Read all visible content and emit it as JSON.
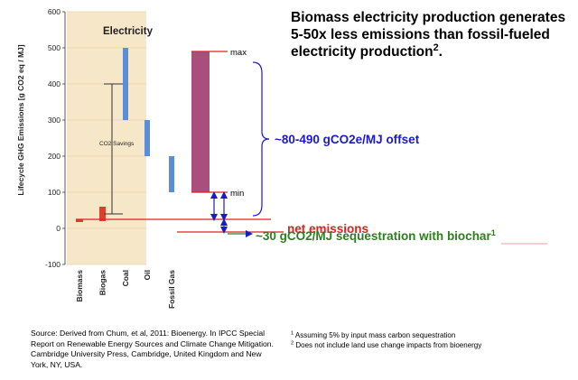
{
  "headline": {
    "text": "Biomass electricity production generates 5-50x less emissions than fossil-fueled electricity production",
    "footnote_mark": "2",
    "end": "."
  },
  "callouts": {
    "max": "max",
    "min": "min",
    "offset": "~80-490 gCO2e/MJ offset",
    "net_emissions": "net emissions",
    "sequestration_prefix": "~30 gCO2/MJ sequestration with ",
    "sequestration_word": "biochar",
    "sequestration_mark": "1"
  },
  "source": "Source: Derived from Chum, et al, 2011: Bioenergy. In IPCC Special Report on Renewable Energy Sources and Climate Change Mitigation. Cambridge University Press, Cambridge, United Kingdom and New York, NY, USA.",
  "footnotes": [
    {
      "mark": "1",
      "text": "Assuming 5% by input mass carbon sequestration"
    },
    {
      "mark": "2",
      "text": "Does not include land use change impacts from bioenergy"
    }
  ],
  "colors": {
    "panel_bg": "#f6e7c8",
    "electricity_bar": "#5a8fd6",
    "bio_bar": "#d9432e",
    "offset_bar": "#a84f7e",
    "red_line": "#e02020",
    "blue_arrow": "#1a1acc",
    "green_text": "#2e7d1e"
  },
  "chart_data": {
    "type": "bar",
    "title": "Electricity",
    "ylabel": "Lifecycle GHG Emissions [g CO2 eq / MJ]",
    "ylim": [
      -100,
      600
    ],
    "yticks": [
      -100,
      0,
      100,
      200,
      300,
      400,
      500,
      600
    ],
    "categories": [
      "Biomass",
      "Biogas",
      "Coal",
      "Oil",
      "Fossil Gas"
    ],
    "ranges": [
      {
        "category": "Biomass",
        "min": 20,
        "max": 25
      },
      {
        "category": "Biogas",
        "min": 20,
        "max": 60
      },
      {
        "category": "Coal",
        "min": 300,
        "max": 500
      },
      {
        "category": "Oil",
        "min": 200,
        "max": 300
      },
      {
        "category": "Fossil Gas",
        "min": 100,
        "max": 200
      }
    ],
    "co2_savings": {
      "label": "CO2 Savings",
      "from": 40,
      "to": 400
    },
    "offset_range": {
      "min": 100,
      "max": 490
    },
    "net_emissions": 25,
    "sequestration": -30
  }
}
